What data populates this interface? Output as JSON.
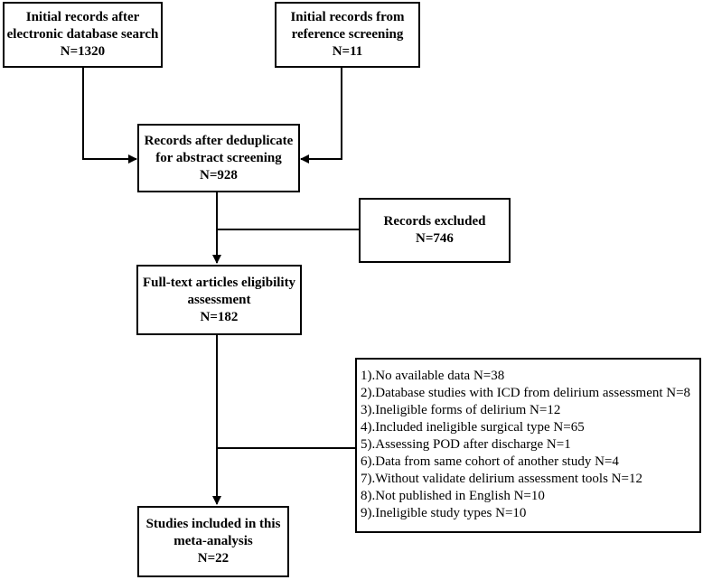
{
  "boxes": {
    "initial_db": {
      "line1": "Initial records after",
      "line2": "electronic database search",
      "count": "N=1320"
    },
    "initial_ref": {
      "line1": "Initial records from",
      "line2": "reference screening",
      "count": "N=11"
    },
    "dedup": {
      "line1": "Records after deduplicate",
      "line2": "for abstract screening",
      "count": "N=928"
    },
    "excluded": {
      "line1": "Records excluded",
      "count": "N=746"
    },
    "fulltext": {
      "line1": "Full-text articles eligibility",
      "line2": "assessment",
      "count": "N=182"
    },
    "included": {
      "line1": "Studies included in this",
      "line2": "meta-analysis",
      "count": "N=22"
    }
  },
  "exclusion_reasons": [
    "1).No available data N=38",
    "2).Database studies with ICD from delirium assessment N=8",
    "3).Ineligible forms of delirium N=12",
    "4).Included ineligible surgical type N=65",
    "5).Assessing POD after discharge N=1",
    "6).Data from same cohort of another study N=4",
    "7).Without validate delirium assessment tools N=12",
    "8).Not published in English N=10",
    "9).Ineligible study types N=10"
  ]
}
